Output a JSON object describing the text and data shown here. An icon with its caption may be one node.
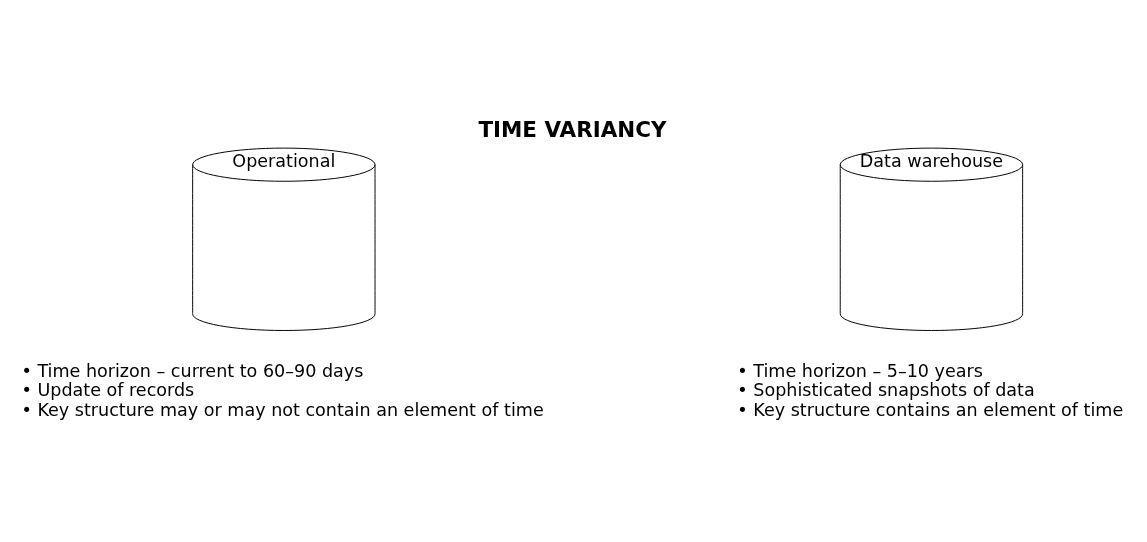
{
  "diagram": {
    "title": "TIME VARIANCY",
    "nodes": [
      {
        "text": [
          "Operational"
        ],
        "beside": [
          "• Time horizon – current to 60–90 days",
          "• Update of records",
          "• Key structure may or may not contain an element of time"
        ]
      },
      {
        "text": [
          "Data warehouse"
        ],
        "beside": [
          "• Time horizon – 5–10 years",
          "• Sophisticated snapshots of data",
          "• Key structure contains an element of time"
        ]
      }
    ]
  }
}
